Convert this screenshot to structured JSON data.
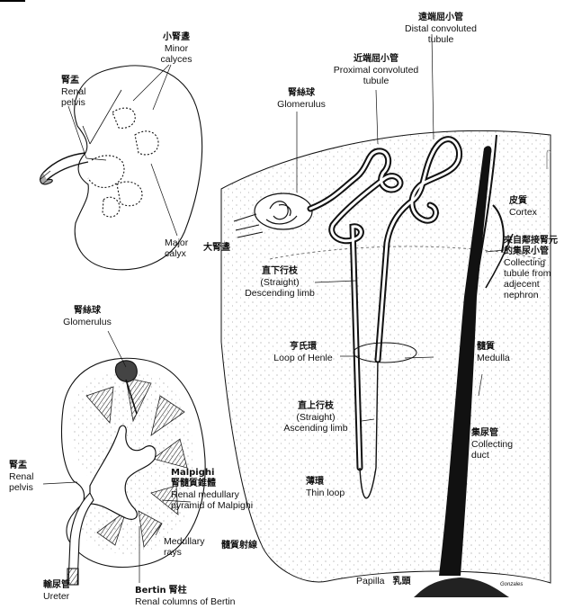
{
  "kidney_top": {
    "minor_calyces": {
      "zh": "小腎盞",
      "en_1": "Minor",
      "en_2": "calyces"
    },
    "renal_pelvis": {
      "zh": "腎盂",
      "en_1": "Renal",
      "en_2": "pelvis"
    },
    "major_calyx": {
      "en_1": "Major",
      "en_2": "calyx",
      "zh": "大腎盞"
    }
  },
  "kidney_bottom": {
    "glomerulus": {
      "zh": "腎絲球",
      "en": "Glomerulus"
    },
    "renal_pelvis": {
      "zh": "腎盂",
      "en_1": "Renal",
      "en_2": "pelvis"
    },
    "malpighi": {
      "name": "Malpighi",
      "zh": "腎髓質錐體",
      "en_1": "Renal medullary",
      "en_2": "pyramid of Malpighi"
    },
    "medullary_rays": {
      "en_1": "Medullary",
      "en_2": "rays",
      "zh": "髓質射線"
    },
    "ureter": {
      "zh": "輸尿管",
      "en": "Ureter"
    },
    "bertin": {
      "name": "Bertin",
      "zh": "腎柱",
      "en": "Renal columns of Bertin"
    }
  },
  "nephron": {
    "distal": {
      "zh": "遠端屈小管",
      "en_1": "Distal convoluted",
      "en_2": "tubule"
    },
    "proximal": {
      "zh": "近端屈小管",
      "en_1": "Proximal convoluted",
      "en_2": "tubule"
    },
    "glomerulus": {
      "zh": "腎絲球",
      "en": "Glomerulus"
    },
    "cortex": {
      "zh": "皮質",
      "en": "Cortex"
    },
    "collecting_tubule": {
      "zh_1": "來自鄰接腎元",
      "zh_2": "的集尿小管",
      "en_1": "Collecting",
      "en_2": "tubule from",
      "en_3": "adjecent",
      "en_4": "nephron"
    },
    "descending": {
      "zh": "直下行枝",
      "en_1": "(Straight)",
      "en_2": "Descending limb"
    },
    "henle": {
      "zh": "亨氏環",
      "en": "Loop of Henle"
    },
    "medulla": {
      "zh": "髓質",
      "en": "Medulla"
    },
    "ascending": {
      "zh": "直上行枝",
      "en_1": "(Straight)",
      "en_2": "Ascending limb"
    },
    "collecting_duct": {
      "zh": "集尿管",
      "en_1": "Collecting",
      "en_2": "duct"
    },
    "thin_loop": {
      "zh": "薄環",
      "en": "Thin loop"
    },
    "papilla": {
      "en": "Papilla",
      "zh": "乳頭"
    },
    "signature": "Gonzales"
  }
}
